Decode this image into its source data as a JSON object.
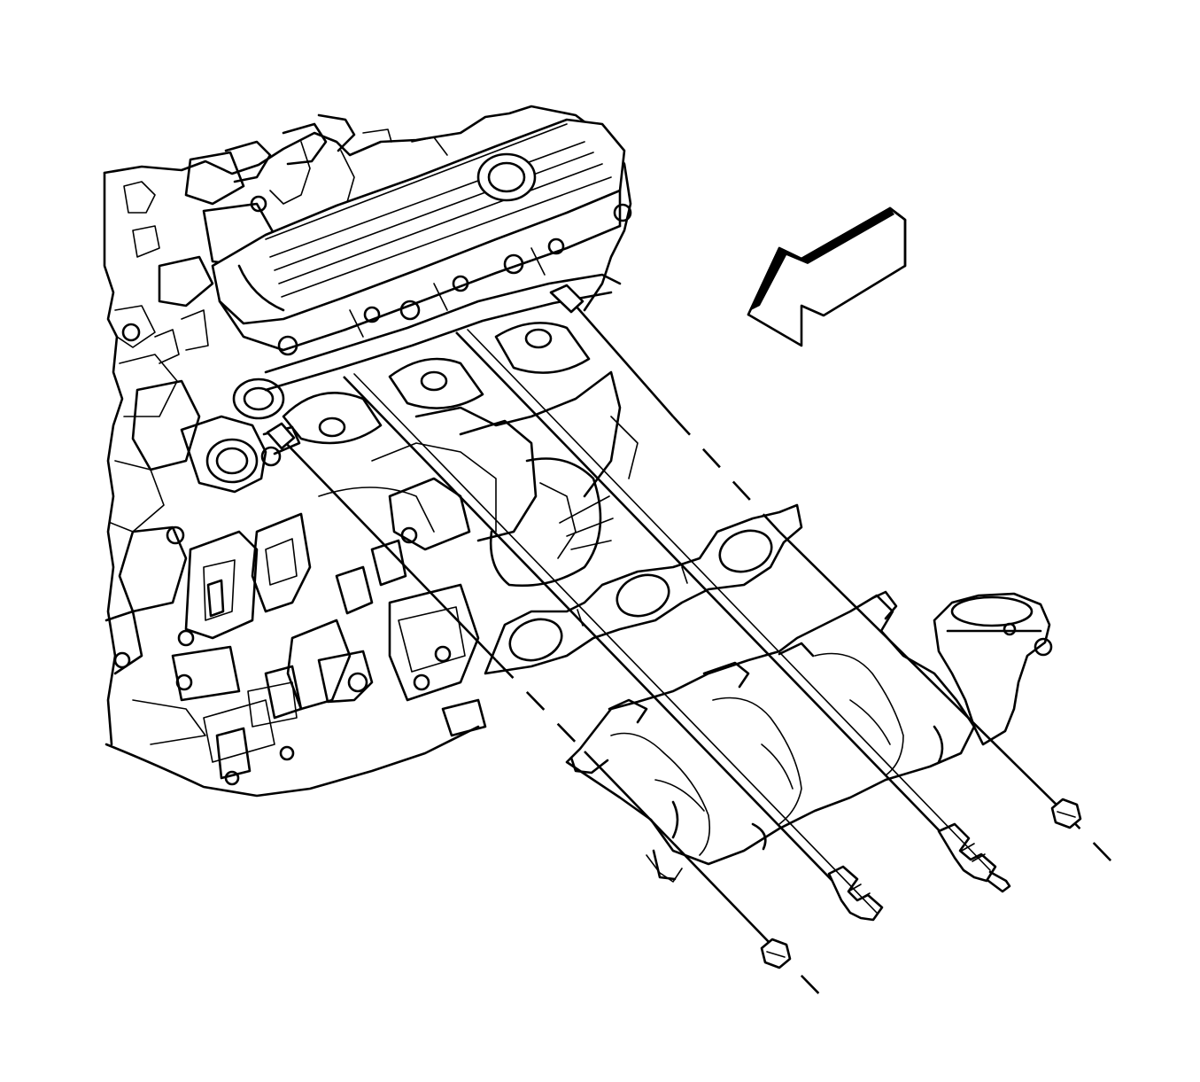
{
  "figure": {
    "kind": "exploded-view line illustration",
    "line_color": "#000000",
    "background": "#ffffff"
  },
  "parts": [
    {
      "id": "engine-block",
      "icon": "engine-block-drawing"
    },
    {
      "id": "cylinder-head-cover",
      "icon": "valve-cover-drawing"
    },
    {
      "id": "exhaust-manifold-gasket",
      "icon": "gasket-drawing"
    },
    {
      "id": "exhaust-manifold",
      "icon": "manifold-drawing"
    },
    {
      "id": "manifold-studs",
      "icon": "stud-drawing"
    },
    {
      "id": "manifold-nuts",
      "icon": "nut-drawing"
    },
    {
      "id": "direction-arrow",
      "icon": "arrow-icon"
    }
  ],
  "labels": []
}
